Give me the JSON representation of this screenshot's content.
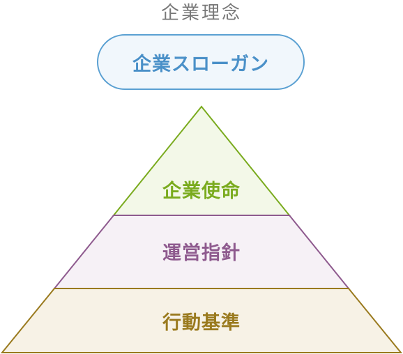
{
  "title": "企業理念",
  "slogan": {
    "label": "企業スローガン",
    "color": "#4a90c8"
  },
  "pyramid": {
    "tiers": [
      {
        "label": "企業使命",
        "color": "#7aab1e",
        "fill": "#f3f8e8"
      },
      {
        "label": "運営指針",
        "color": "#8e5a8e",
        "fill": "#f6f1f6"
      },
      {
        "label": "行動基準",
        "color": "#9a7a1e",
        "fill": "#f7f2e6"
      }
    ]
  }
}
